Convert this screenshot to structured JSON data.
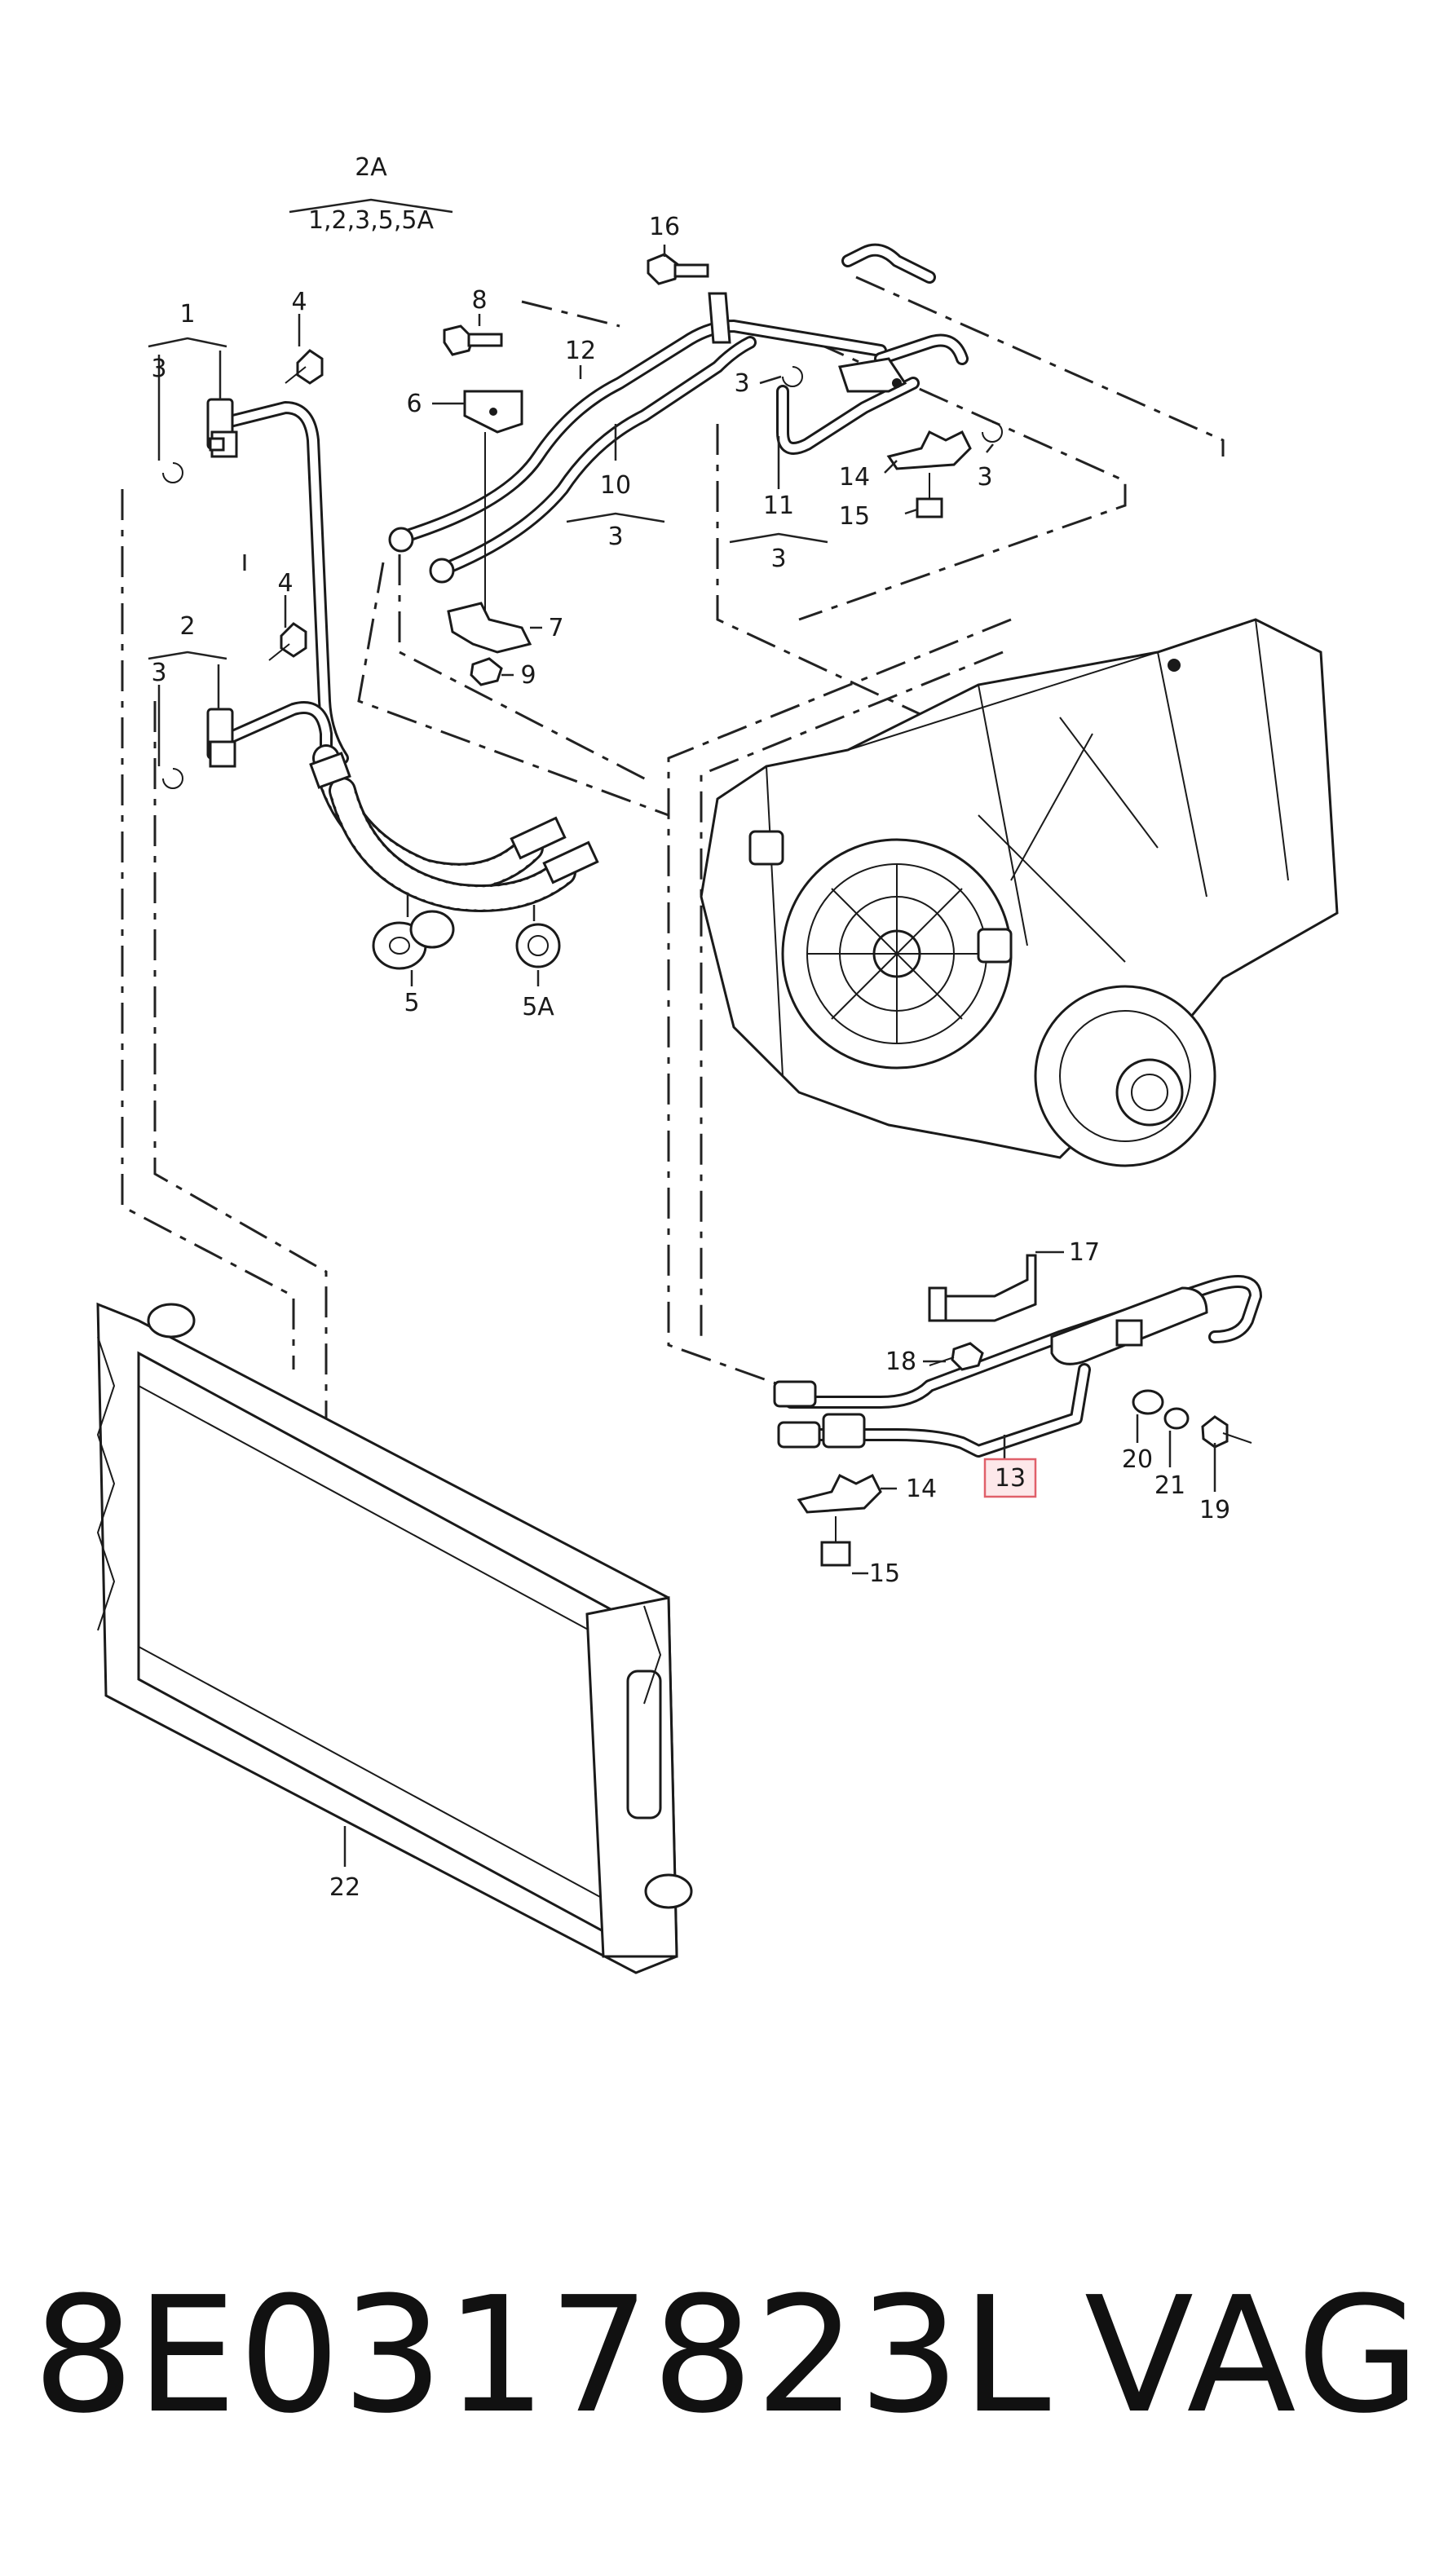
{
  "diagram": {
    "callouts": {
      "c1": "1",
      "c2": "2",
      "c2a": "2A",
      "c2a_sub": "1,2,3,5,5A",
      "c3_a": "3",
      "c3_b": "3",
      "c3_c": "3",
      "c3_d": "3",
      "c3_e": "3",
      "c3_f": "3",
      "c4_a": "4",
      "c4_b": "4",
      "c5": "5",
      "c5a": "5A",
      "c6": "6",
      "c7": "7",
      "c8": "8",
      "c9": "9",
      "c10": "10",
      "c11": "11",
      "c12": "12",
      "c13": "13",
      "c14_a": "14",
      "c14_b": "14",
      "c15_a": "15",
      "c15_b": "15",
      "c16": "16",
      "c17": "17",
      "c18": "18",
      "c19": "19",
      "c20": "20",
      "c21": "21",
      "c22": "22"
    },
    "highlight_color": "#e0606a"
  },
  "footer": {
    "part_number": "8E0317823L",
    "brand": "VAG"
  }
}
